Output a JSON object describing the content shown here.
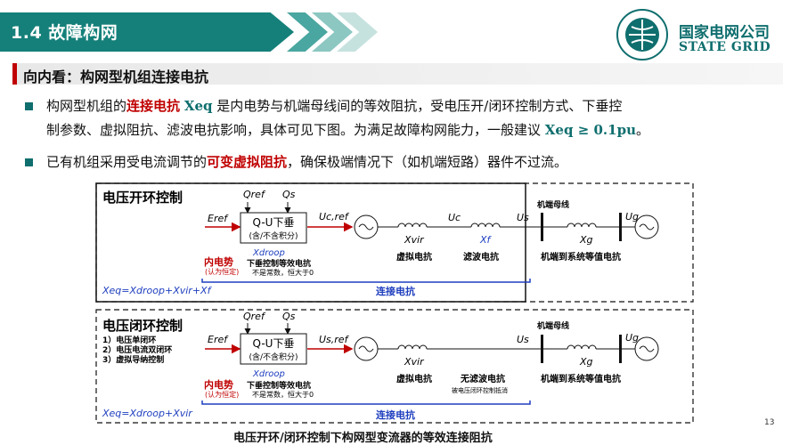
{
  "header": {
    "title": "1.4 故障构网",
    "logo_cn": "国家电网公司",
    "logo_en": "STATE GRID"
  },
  "section": {
    "title": "向内看：构网型机组连接电抗"
  },
  "bullets": [
    {
      "line1_a": "构网型机组的",
      "line1_red": "连接电抗",
      "line1_sym": "Xeq",
      "line1_b": "是内电势与机端母线间的等效阻抗，受电压开/闭环控制方式、下垂控",
      "line2_a": "制参数、虚拟阻抗、滤波电抗影响，具体可见下图。为满足故障构网能力，一般建议",
      "line2_sym": "Xeq ≥ 0.1pu",
      "line2_b": "。"
    },
    {
      "a": "已有机组采用受电流调节的",
      "red": "可变虚拟阻抗",
      "b": "，确保极端情况下（如机端短路）器件不过流。"
    }
  ],
  "diagram": {
    "open": {
      "title": "电压开环控制",
      "qref": "Qref",
      "qs": "Qs",
      "eref": "Eref",
      "block_main": "Q-U下垂",
      "block_sub": "(含/不含积分)",
      "xdroop": "Xdroop",
      "ucref": "Uc,ref",
      "xvir": "Xvir",
      "uc": "Uc",
      "xf": "Xf",
      "us": "Us",
      "ug": "Ug",
      "xg": "Xg",
      "bus": "机端母线",
      "emf": "内电势",
      "emf_note": "(认为恒定)",
      "droop_note1": "下垂控制等效电抗",
      "droop_note2": "不是常数，恒大于0",
      "lbl_xvir": "虚拟电抗",
      "lbl_xf": "滤波电抗",
      "lbl_xg": "机端到系统等值电抗",
      "formula": "Xeq=Xdroop+Xvir+Xf",
      "conn": "连接电抗"
    },
    "closed": {
      "title": "电压闭环控制",
      "modes": [
        "1）电压单闭环",
        "2）电压电流双闭环",
        "3）虚拟导纳控制"
      ],
      "qref": "Qref",
      "qs": "Qs",
      "eref": "Eref",
      "block_main": "Q-U下垂",
      "block_sub": "(含/不含积分)",
      "xdroop": "Xdroop",
      "usref": "Us,ref",
      "xvir": "Xvir",
      "us": "Us",
      "ug": "Ug",
      "xg": "Xg",
      "bus": "机端母线",
      "emf": "内电势",
      "emf_note": "(认为恒定)",
      "droop_note1": "下垂控制等效电抗",
      "droop_note2": "不是常数，恒大于0",
      "lbl_xvir": "虚拟电抗",
      "lbl_nofilter": "无滤波电抗",
      "lbl_nofilter_sub": "被电压闭环控制抵消",
      "lbl_xg": "机端到系统等值电抗",
      "formula": "Xeq=Xdroop+Xvir",
      "conn": "连接电抗"
    }
  },
  "caption": "电压开环/闭环控制下构网型变流器的等效连接阻抗",
  "page_number": "13",
  "colors": {
    "teal": "#15807a",
    "red": "#c00000",
    "blue": "#1f3fbf"
  }
}
